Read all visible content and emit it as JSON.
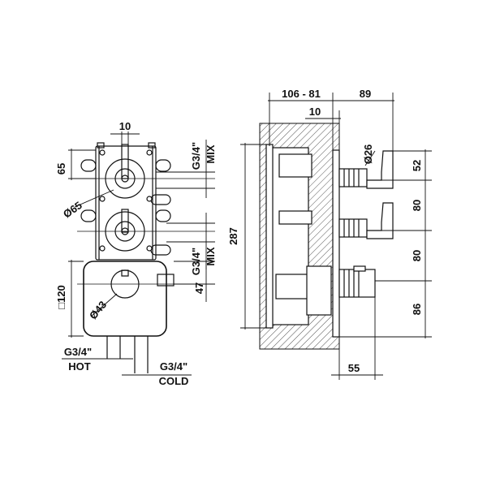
{
  "front_view": {
    "dim_top_width": "10",
    "dim_valve_height": "65",
    "dim_valve_diameter": "65",
    "dim_outlet_mix_upper": "G3/4\"",
    "mix_label_upper": "MIX",
    "dim_outlet_mix_lower": "G3/4\"",
    "mix_label_lower": "MIX",
    "dim_knob_offset": "47",
    "dim_box_size": "120",
    "dim_knob_diameter": "43",
    "inlet_hot_thread": "G3/4\"",
    "inlet_hot_label": "HOT",
    "inlet_cold_thread": "G3/4\"",
    "inlet_cold_label": "COLD"
  },
  "side_view": {
    "dim_depth_range": "106 - 81",
    "dim_projection": "89",
    "dim_plate_thickness": "10",
    "dim_lever_diameter": "26",
    "dim_total_height": "287",
    "dim_spacing_top": "52",
    "dim_spacing_middle_1": "80",
    "dim_spacing_middle_2": "80",
    "dim_spacing_bottom": "86",
    "dim_knob_projection": "55"
  },
  "colors": {
    "line": "#111111",
    "hatch": "#555555",
    "background": "#ffffff"
  }
}
